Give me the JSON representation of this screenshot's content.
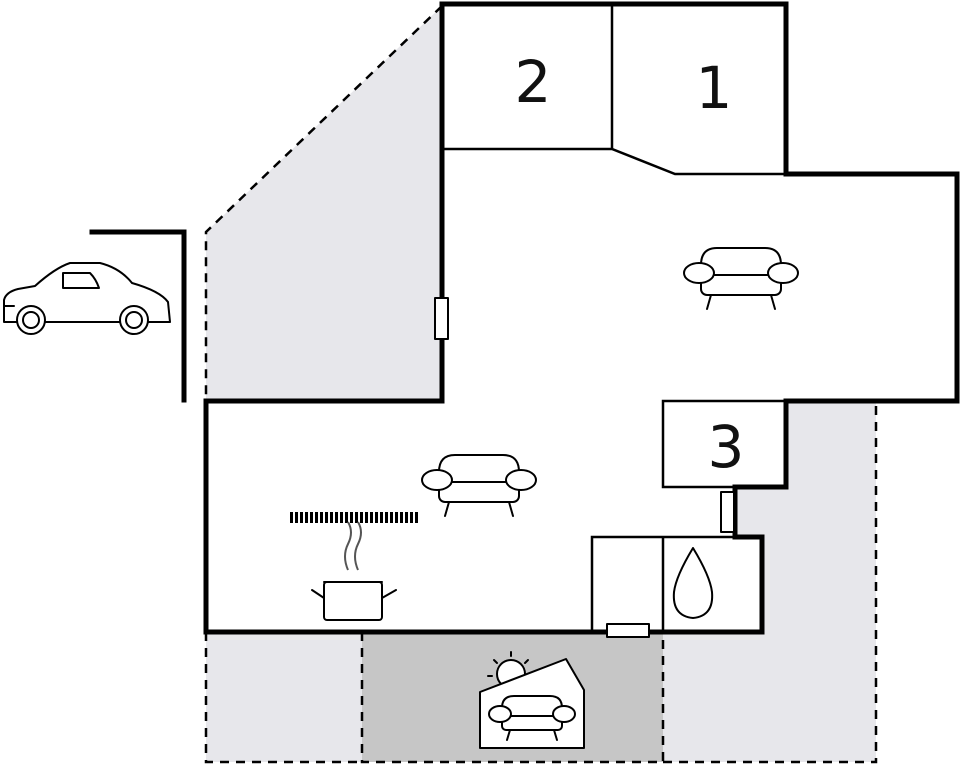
{
  "rooms": [
    {
      "id": "bedroom-2",
      "label": "2"
    },
    {
      "id": "bedroom-1",
      "label": "1"
    },
    {
      "id": "bedroom-3",
      "label": "3"
    }
  ],
  "colors": {
    "outdoor_area": "#e7e7eb",
    "covered_terrace": "#c6c6c6",
    "water": "#b8f0f4",
    "wall": "#000000"
  },
  "icons": [
    "car-icon",
    "sofa-icon",
    "kitchen-pot-icon",
    "radiator-icon",
    "water-drop-icon",
    "sun-icon",
    "garden-house-icon",
    "door-icon"
  ]
}
